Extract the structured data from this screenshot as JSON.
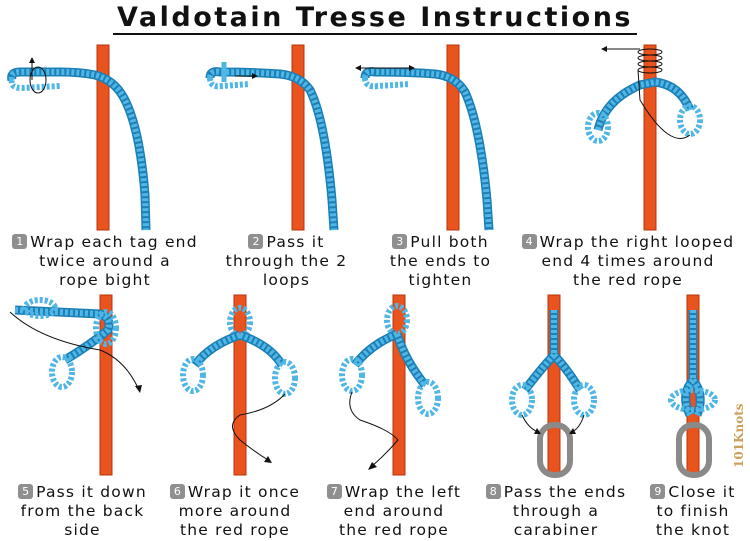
{
  "title": "Valdotain Tresse Instructions",
  "brand": "101Knots",
  "colors": {
    "rope_main": "#e8531e",
    "rope_main_dark": "#b9330c",
    "cord": "#4fb6e6",
    "cord_dark": "#1c7fb5",
    "arrow": "#111111",
    "carabiner": "#8a8a8a"
  },
  "steps": [
    {
      "num": "1",
      "lines": [
        "Wrap each tag end",
        "twice around a",
        "rope bight"
      ]
    },
    {
      "num": "2",
      "lines": [
        "Pass it",
        "through the 2",
        "loops"
      ]
    },
    {
      "num": "3",
      "lines": [
        "Pull both",
        "the ends to",
        "tighten"
      ]
    },
    {
      "num": "4",
      "lines": [
        "Wrap the right looped",
        "end 4 times around",
        "the red rope"
      ]
    },
    {
      "num": "5",
      "lines": [
        "Pass it down",
        "from the back",
        "side"
      ]
    },
    {
      "num": "6",
      "lines": [
        "Wrap it once",
        "more around",
        "the red rope"
      ]
    },
    {
      "num": "7",
      "lines": [
        "Wrap the left",
        "end around",
        "the red rope"
      ]
    },
    {
      "num": "8",
      "lines": [
        "Pass the ends",
        "through a",
        "carabiner"
      ]
    },
    {
      "num": "9",
      "lines": [
        "Close it",
        "to finish",
        "the knot"
      ]
    }
  ]
}
